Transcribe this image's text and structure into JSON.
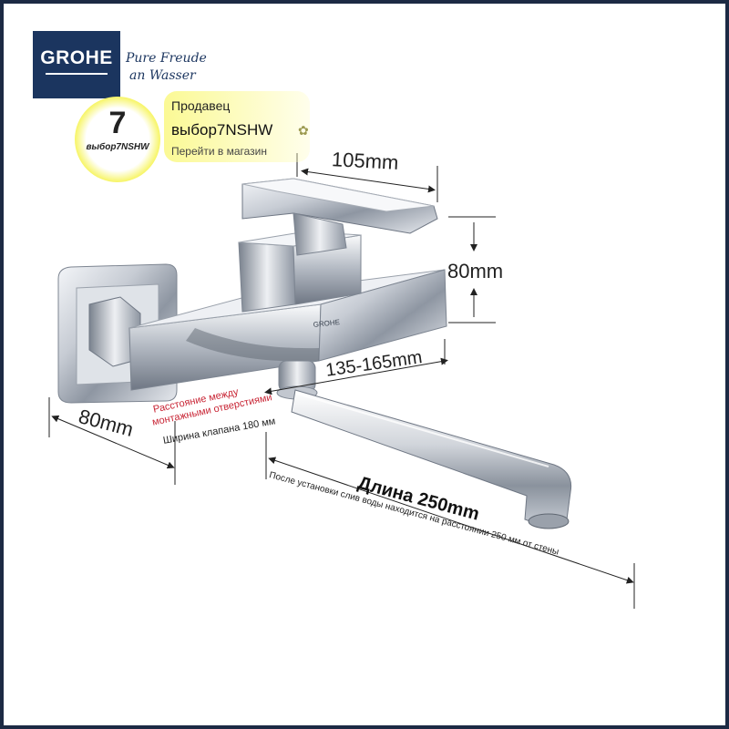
{
  "brand": {
    "logo": "GROHE",
    "slogan_line1": "Pure Freude",
    "slogan_line2": "an Wasser",
    "color": "#1b355f"
  },
  "seller": {
    "badge_number": "7",
    "badge_caption": "выбор7NSHW",
    "title": "Продавец",
    "name": "выбор7NSHW",
    "link": "Перейти в магазин",
    "highlight_color": "#f7f56a"
  },
  "product": {
    "engraving": "GROHE"
  },
  "dimensions": {
    "handle_length": "105mm",
    "body_height": "80mm",
    "mount_spacing": "135-165mm",
    "flange_depth": "80mm",
    "mount_spacing_note_line1": "Расстояние между",
    "mount_spacing_note_line2": "монтажными отверстиями",
    "valve_width": "Ширина клапана 180 мм",
    "spout_length": "Длина  250mm",
    "spout_note": "После установки слив воды находится на расстоянии 250 мм от стены"
  },
  "colors": {
    "chrome": "#c9ced6",
    "annotation_red": "#c82333",
    "frame": "#1c2a44"
  }
}
